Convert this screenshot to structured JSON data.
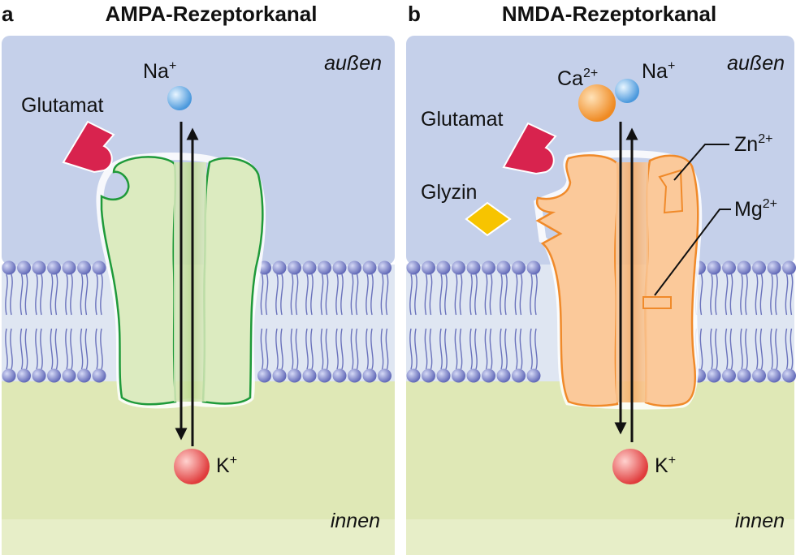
{
  "panels": [
    {
      "letter": "a",
      "title": "AMPA-Rezeptorkanal",
      "outside": "außen",
      "inside": "innen",
      "ligand": "Glutamat",
      "ion_in_base": "Na",
      "ion_in_charge": "+",
      "ion_out_base": "K",
      "ion_out_charge": "+"
    },
    {
      "letter": "b",
      "title": "NMDA-Rezeptorkanal",
      "outside": "außen",
      "inside": "innen",
      "ligand": "Glutamat",
      "coagonist": "Glyzin",
      "ion_ca_base": "Ca",
      "ion_ca_charge": "2+",
      "ion_in_base": "Na",
      "ion_in_charge": "+",
      "ion_out_base": "K",
      "ion_out_charge": "+",
      "site_zn_base": "Zn",
      "site_zn_charge": "2+",
      "site_mg_base": "Mg",
      "site_mg_charge": "2+"
    }
  ],
  "colors": {
    "extracellular": "#c5d0ea",
    "intracellular": "#dfe8b6",
    "lipid_head": "#7e86c8",
    "ampa_fill": "#dcebc0",
    "ampa_stroke": "#1f9a3a",
    "nmda_fill": "#fbc99a",
    "nmda_stroke": "#f08a2a",
    "glutamate": "#d8234e",
    "glycine": "#f7c400",
    "sodium": "#6eb4ea",
    "calcium": "#f59a3c",
    "potassium": "#ec5a5a"
  }
}
